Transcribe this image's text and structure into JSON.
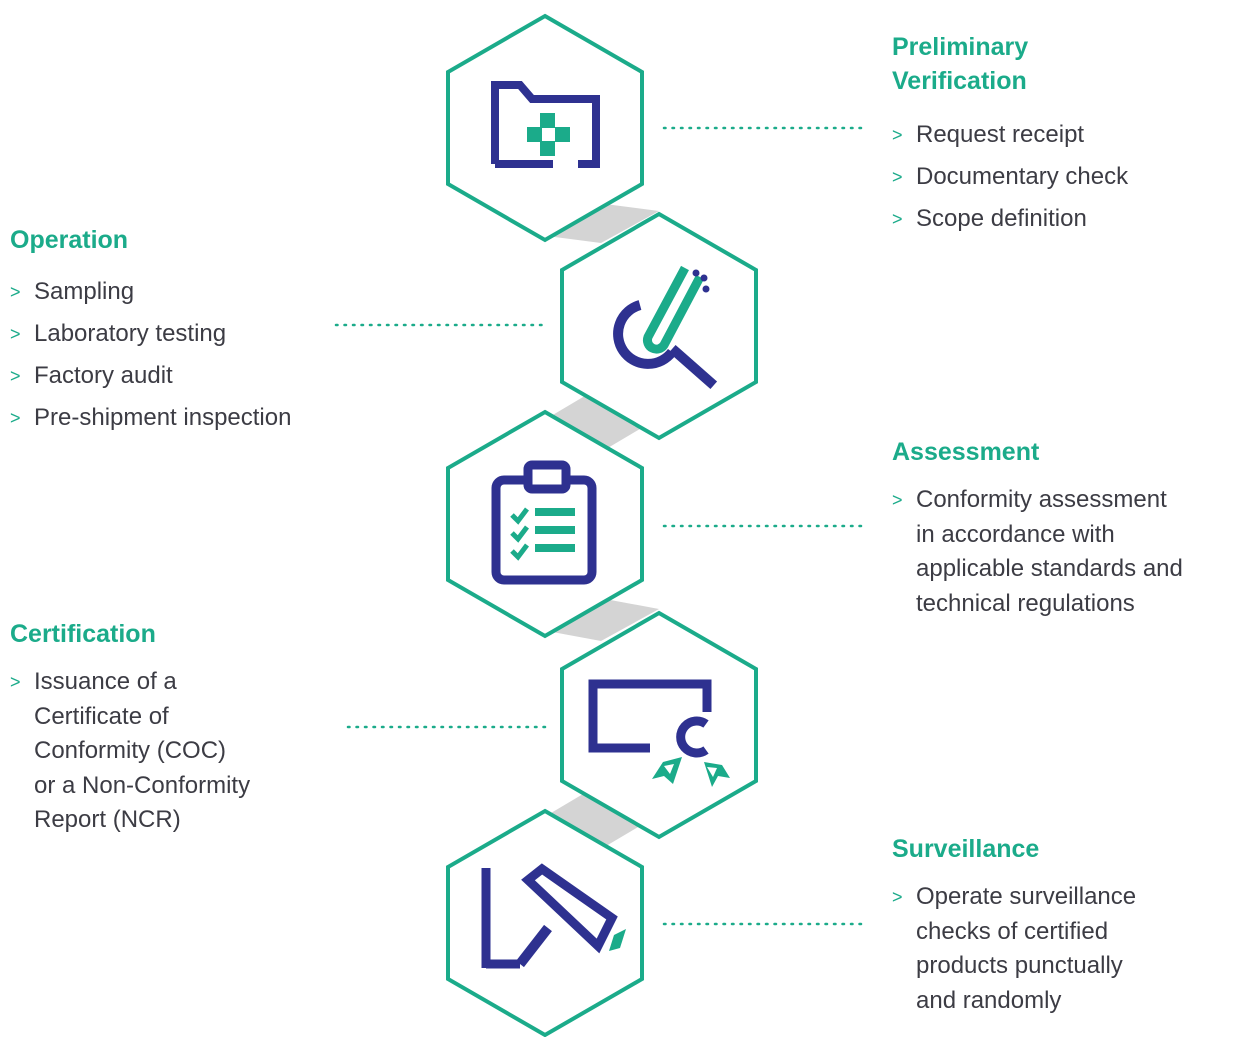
{
  "colors": {
    "accent": "#1bab8a",
    "navy": "#2e3190",
    "connector": "#d4d4d4",
    "text": "#3c3c44"
  },
  "stages": [
    {
      "title": "Preliminary Verification",
      "title_lines": [
        "Preliminary",
        "Verification"
      ],
      "icon": "folder-plus-icon",
      "items": [
        "Request receipt",
        "Documentary check",
        "Scope definition"
      ]
    },
    {
      "title": "Operation",
      "icon": "test-tube-magnifier-icon",
      "items": [
        "Sampling",
        "Laboratory testing",
        "Factory audit",
        "Pre-shipment inspection"
      ]
    },
    {
      "title": "Assessment",
      "icon": "clipboard-checklist-icon",
      "items": [
        "Conformity assessment in accordance with applicable standards and technical regulations"
      ],
      "item_lines": [
        "Conformity assessment",
        "in accordance with",
        "applicable standards and",
        "technical regulations"
      ]
    },
    {
      "title": "Certification",
      "icon": "certificate-ribbon-icon",
      "items": [
        "Issuance of a Certificate of Conformity (COC) or a Non-Conformity Report (NCR)"
      ],
      "item_lines": [
        "Issuance of a",
        "Certificate of",
        "Conformity (COC)",
        "or a Non-Conformity",
        "Report (NCR)"
      ]
    },
    {
      "title": "Surveillance",
      "icon": "surveillance-camera-icon",
      "items": [
        "Operate surveillance checks of certified products punctually and randomly"
      ],
      "item_lines": [
        "Operate surveillance",
        "checks of certified",
        "products punctually",
        "and randomly"
      ]
    }
  ],
  "bullet": ">"
}
